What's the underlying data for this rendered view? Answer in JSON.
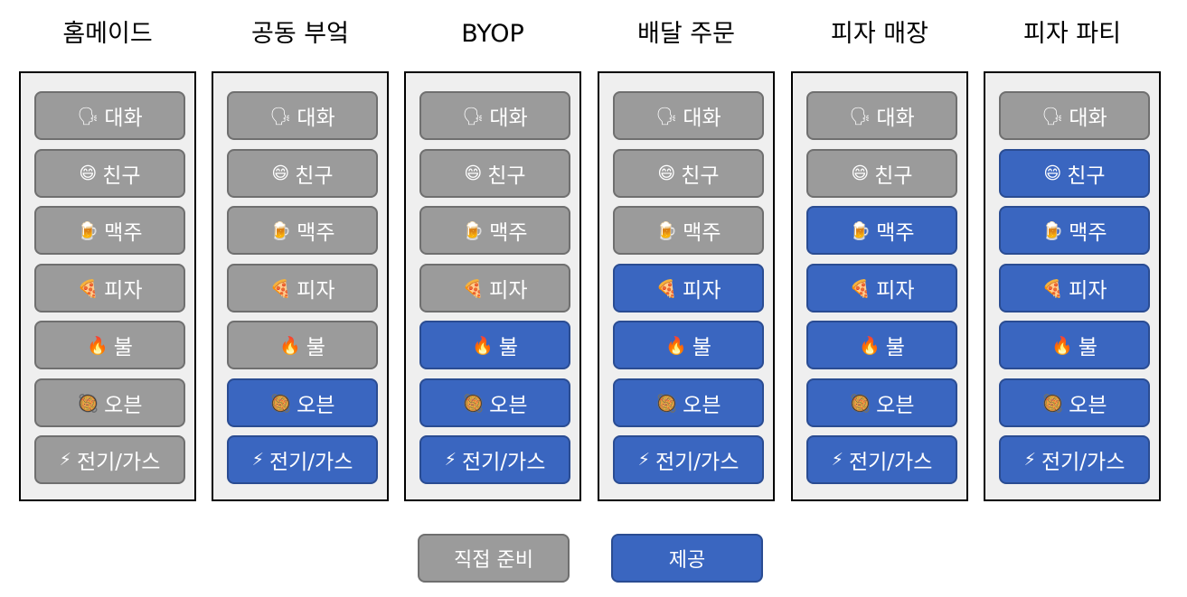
{
  "colors": {
    "self_prepared": "#9b9b9b",
    "provided": "#3a66c0",
    "panel_background": "#efefef"
  },
  "items": [
    {
      "label": "대화",
      "icon": "speaking-head-icon",
      "glyph": "🗣"
    },
    {
      "label": "친구",
      "icon": "grinning-face-icon",
      "glyph": "😄"
    },
    {
      "label": "맥주",
      "icon": "beer-mug-icon",
      "glyph": "🍺"
    },
    {
      "label": "피자",
      "icon": "pizza-slice-icon",
      "glyph": "🍕"
    },
    {
      "label": "불",
      "icon": "fire-icon",
      "glyph": "🔥"
    },
    {
      "label": "오븐",
      "icon": "oven-icon",
      "glyph": "🥘"
    },
    {
      "label": "전기/가스",
      "icon": "lightning-icon",
      "glyph": "⚡"
    }
  ],
  "columns": [
    {
      "title": "홈메이드",
      "provided": [
        false,
        false,
        false,
        false,
        false,
        false,
        false
      ]
    },
    {
      "title": "공동 부엌",
      "provided": [
        false,
        false,
        false,
        false,
        false,
        true,
        true
      ]
    },
    {
      "title": "BYOP",
      "provided": [
        false,
        false,
        false,
        false,
        true,
        true,
        true
      ]
    },
    {
      "title": "배달 주문",
      "provided": [
        false,
        false,
        false,
        true,
        true,
        true,
        true
      ]
    },
    {
      "title": "피자 매장",
      "provided": [
        false,
        false,
        true,
        true,
        true,
        true,
        true
      ]
    },
    {
      "title": "피자 파티",
      "provided": [
        false,
        true,
        true,
        true,
        true,
        true,
        true
      ]
    }
  ],
  "legend": {
    "self_label": "직접 준비",
    "provided_label": "제공"
  }
}
